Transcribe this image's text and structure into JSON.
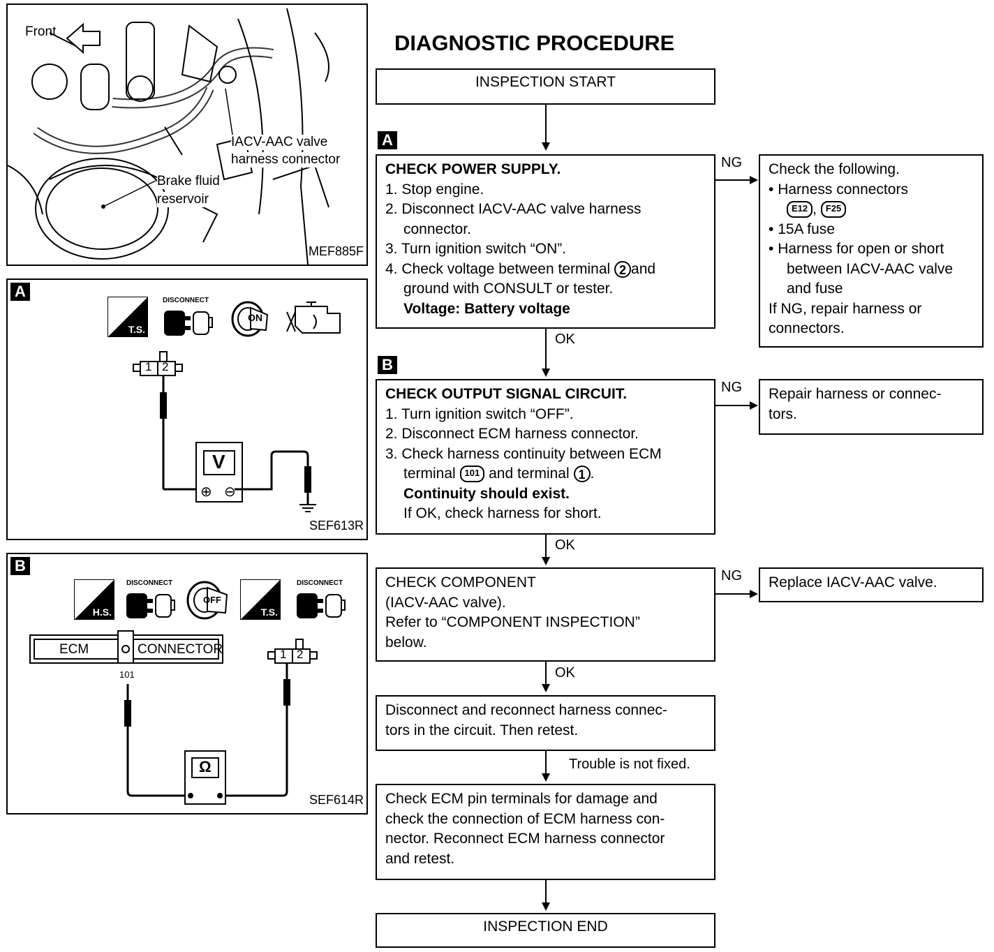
{
  "heading": "DIAGNOSTIC PROCEDURE",
  "figure_top": {
    "front_label": "Front",
    "connector_label_1": "IACV-AAC valve",
    "connector_label_2": "harness connector",
    "reservoir_label_1": "Brake fluid",
    "reservoir_label_2": "reservoir",
    "code": "MEF885F"
  },
  "figure_a": {
    "tag": "A",
    "ts_label": "T.S.",
    "disconnect_label": "DISCONNECT",
    "key_label": "ON",
    "pin1": "1",
    "pin2": "2",
    "meter_label": "V",
    "plus": "⊕",
    "minus": "⊖",
    "code": "SEF613R"
  },
  "figure_b": {
    "tag": "B",
    "hs_label": "H.S.",
    "ts_label": "T.S.",
    "disconnect_label": "DISCONNECT",
    "key_label": "OFF",
    "ecm_label": "ECM",
    "connector_label": "CONNECTOR",
    "terminal": "101",
    "pin1": "1",
    "pin2": "2",
    "meter_label": "Ω",
    "code": "SEF614R"
  },
  "flow": {
    "start": "INSPECTION START",
    "tag_a": "A",
    "tag_b": "B",
    "step_a": {
      "title": "CHECK POWER SUPPLY.",
      "l1": "1. Stop engine.",
      "l2": "2. Disconnect IACV-AAC valve harness",
      "l2b": "connector.",
      "l3": "3. Turn ignition switch “ON”.",
      "l4a": "4. Check voltage between terminal",
      "l4_terminal": "2",
      "l4b": "and",
      "l4c": "ground with CONSULT or tester.",
      "result": "Voltage: Battery voltage"
    },
    "ng_a": {
      "title": "Check the following.",
      "b1": "Harness connectors",
      "conn1": "E12",
      "comma": ",",
      "conn2": "F25",
      "b2": "15A fuse",
      "b3a": "Harness for open or short",
      "b3b": "between IACV-AAC valve",
      "b3c": "and fuse",
      "r1": "If NG, repair harness or",
      "r2": "connectors."
    },
    "step_b": {
      "title": "CHECK OUTPUT SIGNAL CIRCUIT.",
      "l1": "1. Turn ignition switch “OFF”.",
      "l2": "2. Disconnect ECM harness connector.",
      "l3a": "3. Check harness continuity between ECM",
      "l3b": "terminal",
      "l3_terminal": "101",
      "l3c": "and terminal",
      "l3_terminal2": "1",
      "l3d": ".",
      "result": "Continuity should exist.",
      "l4": "If OK, check harness for short."
    },
    "ng_b_1": "Repair harness or connec-",
    "ng_b_2": "tors.",
    "step_c": {
      "l1": "CHECK COMPONENT",
      "l2": "(IACV-AAC valve).",
      "l3": "Refer to “COMPONENT INSPECTION”",
      "l4": "below."
    },
    "ng_c": "Replace IACV-AAC valve.",
    "step_d_1": "Disconnect and reconnect harness connec-",
    "step_d_2": "tors in the circuit. Then retest.",
    "not_fixed": "Trouble is not fixed.",
    "step_e_1": "Check ECM pin terminals for damage and",
    "step_e_2": "check the connection of ECM harness con-",
    "step_e_3": "nector. Reconnect ECM harness connector",
    "step_e_4": "and retest.",
    "end": "INSPECTION END",
    "ng": "NG",
    "ok": "OK"
  }
}
